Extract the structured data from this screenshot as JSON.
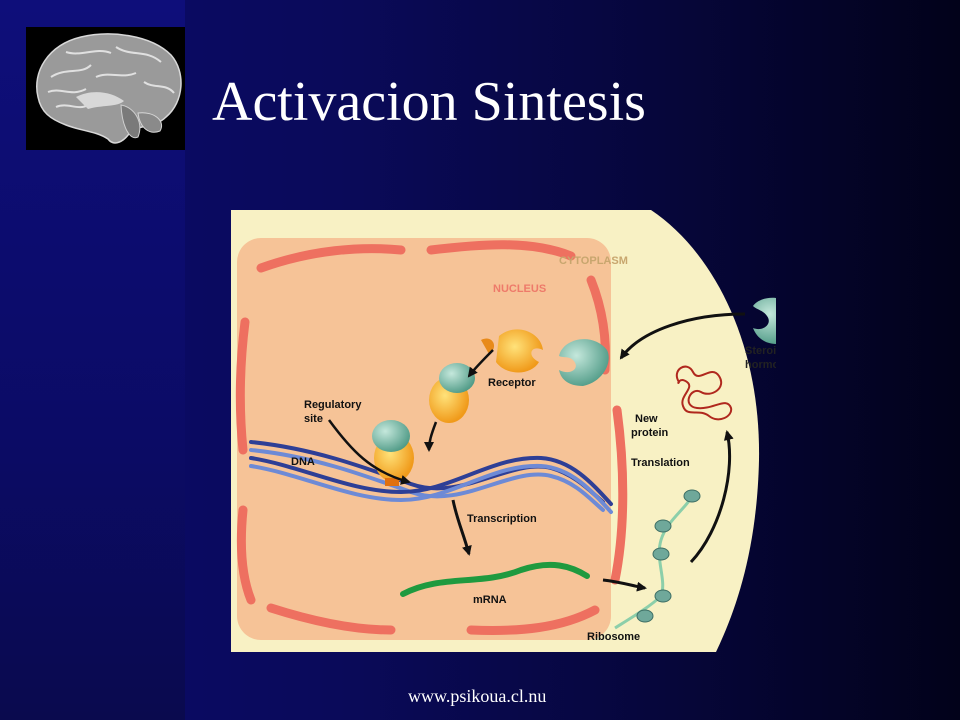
{
  "slide": {
    "title": "Activacion Sintesis",
    "footer": "www.psikoua.cl.nu"
  },
  "images": {
    "logo": "brain-sagittal-section"
  },
  "diagram": {
    "labels": {
      "cytoplasm": "CYTOPLASM",
      "nucleus": "NUCLEUS",
      "receptor": "Receptor",
      "regulatory_site_line1": "Regulatory",
      "regulatory_site_line2": "site",
      "dna": "DNA",
      "transcription": "Transcription",
      "mrna": "mRNA",
      "ribosome": "Ribosome",
      "translation": "Translation",
      "new_protein_line1": "New",
      "new_protein_line2": "protein",
      "steroid_hormone_line1": "Steroid",
      "steroid_hormone_line2": "hormone"
    }
  },
  "colors": {
    "background": "#0a0a5a",
    "cytoplasm": "#f8f1c4",
    "nucleus": "#f6c397",
    "membrane": "#ee7060",
    "dna": "#4e6cc2",
    "mrna": "#1f9a3f",
    "receptor": "#6ab0a0",
    "hormone": "#f3a928",
    "protein": "#b0281e"
  }
}
